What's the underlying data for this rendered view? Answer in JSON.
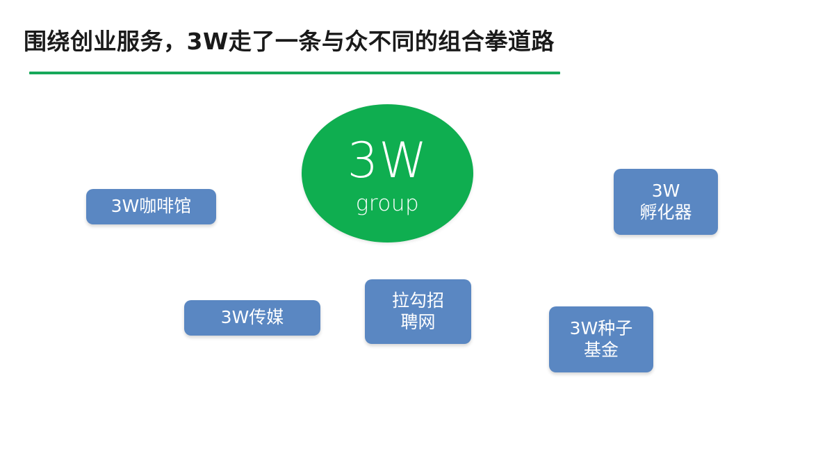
{
  "slide": {
    "title": "围绕创业服务，3W走了一条与众不同的组合拳道路",
    "accent_green": "#17a85a",
    "node_blue": "#5a87c2",
    "hub_green": "#0fae50",
    "background": "#ffffff"
  },
  "hub": {
    "main_label": "3W",
    "sub_label": "group"
  },
  "nodes": [
    {
      "id": "cafe",
      "line1": "3W咖啡馆",
      "line2": ""
    },
    {
      "id": "media",
      "line1": "3W传媒",
      "line2": ""
    },
    {
      "id": "lagou",
      "line1": "拉勾招",
      "line2": "聘网"
    },
    {
      "id": "incubator",
      "line1": "3W",
      "line2": "孵化器"
    },
    {
      "id": "seedfund",
      "line1": "3W种子",
      "line2": "基金"
    }
  ]
}
